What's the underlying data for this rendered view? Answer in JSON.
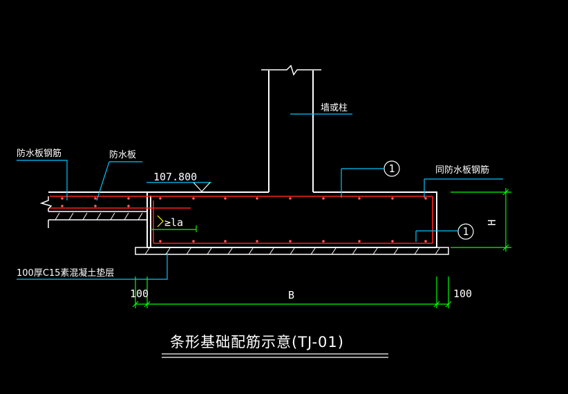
{
  "colors": {
    "background": "#000000",
    "outline": "#ffffff",
    "leader": "#00c8ff",
    "rebar": "#ff2020",
    "dimension": "#00ff00",
    "anchor": "#ffff00"
  },
  "labels": {
    "wall_column": "墙或柱",
    "waterproof_slab_rebar": "防水板钢筋",
    "waterproof_slab": "防水板",
    "same_as_slab_rebar": "同防水板钢筋",
    "cushion": "100厚C15素混凝土垫层",
    "elevation": "107.800",
    "anchor_length": "≥la",
    "bar_mark_top": "1",
    "bar_mark_bottom": "1"
  },
  "dimensions": {
    "left_offset": "100",
    "width": "B",
    "right_offset": "100",
    "height": "H"
  },
  "title": "条形基础配筋示意(TJ-01)"
}
